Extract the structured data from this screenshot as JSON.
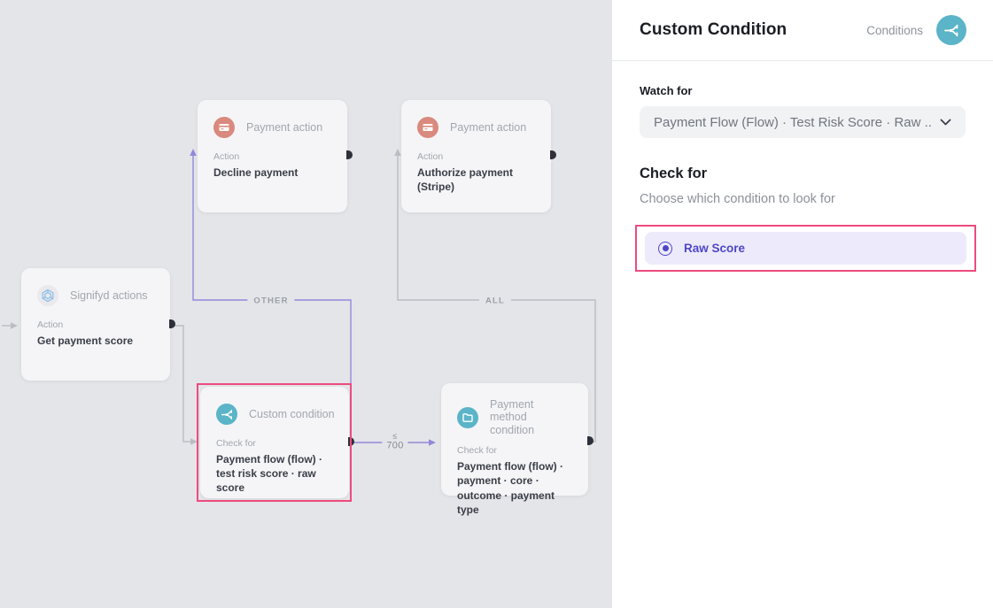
{
  "colors": {
    "canvas_bg": "#e4e5e8",
    "accent_teal": "#5bb4c8",
    "salmon": "#d9897d",
    "edge_purple": "#9289d9",
    "edge_gray": "#b9bdc3",
    "highlight_pink": "#ee4a7e",
    "selected_indigo": "#4f46c8"
  },
  "panel": {
    "title": "Custom Condition",
    "badge_label": "Conditions",
    "header_icon": "branch-condition-icon",
    "watch_for_label": "Watch for",
    "watch_for_value": "Payment Flow (Flow) · Test Risk Score · Raw ...",
    "check_for_heading": "Check for",
    "check_for_subtitle": "Choose which condition to look for",
    "options": [
      {
        "label": "Raw Score",
        "selected": true
      }
    ]
  },
  "canvas": {
    "nodes": [
      {
        "type_label": "Signifyd actions",
        "field_label": "Action",
        "value": "Get payment score",
        "icon": "signifyd-icon"
      },
      {
        "type_label": "Payment action",
        "field_label": "Action",
        "value": "Decline payment",
        "icon": "payment-card-icon"
      },
      {
        "type_label": "Payment action",
        "field_label": "Action",
        "value": "Authorize payment (Stripe)",
        "icon": "payment-card-icon"
      },
      {
        "type_label": "Custom condition",
        "field_label": "Check for",
        "value": "Payment flow (flow) · test risk score · raw score",
        "icon": "branch-condition-icon",
        "highlighted": true
      },
      {
        "type_label": "Payment method condition",
        "field_label": "Check for",
        "value": "Payment flow (flow) · payment · core · outcome · payment type",
        "icon": "wallet-icon"
      }
    ],
    "edge_labels": {
      "other": "OTHER",
      "all": "ALL",
      "lte_symbol": "≤",
      "lte_value": "700"
    }
  }
}
